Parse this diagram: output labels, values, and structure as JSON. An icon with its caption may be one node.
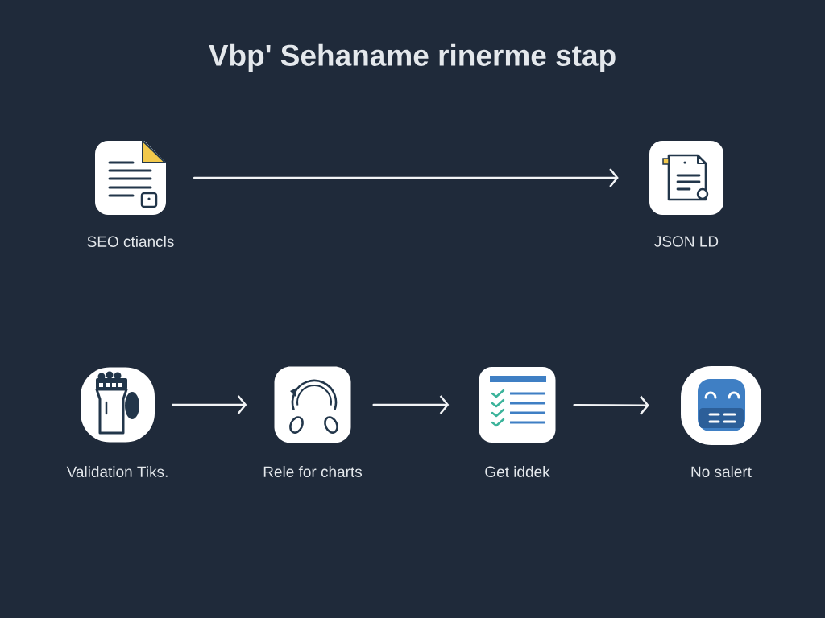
{
  "diagram": {
    "title": "Vbp' Sehaname rinerme stap",
    "nodes": [
      {
        "text": [
          "SEO ctiancls"
        ]
      },
      {
        "text": [
          "JSON LD"
        ]
      },
      {
        "text": [
          "Validation Tiks."
        ]
      },
      {
        "text": [
          "Rele for charts"
        ]
      },
      {
        "text": [
          "Get iddek"
        ]
      },
      {
        "text": [
          "No salert"
        ]
      }
    ],
    "edges": [
      {
        "from": 0,
        "to": 1,
        "arrow": "to"
      },
      {
        "from": 2,
        "to": 3,
        "arrow": "to"
      },
      {
        "from": 3,
        "to": 4,
        "arrow": "to"
      },
      {
        "from": 4,
        "to": 5,
        "arrow": "to"
      }
    ]
  }
}
